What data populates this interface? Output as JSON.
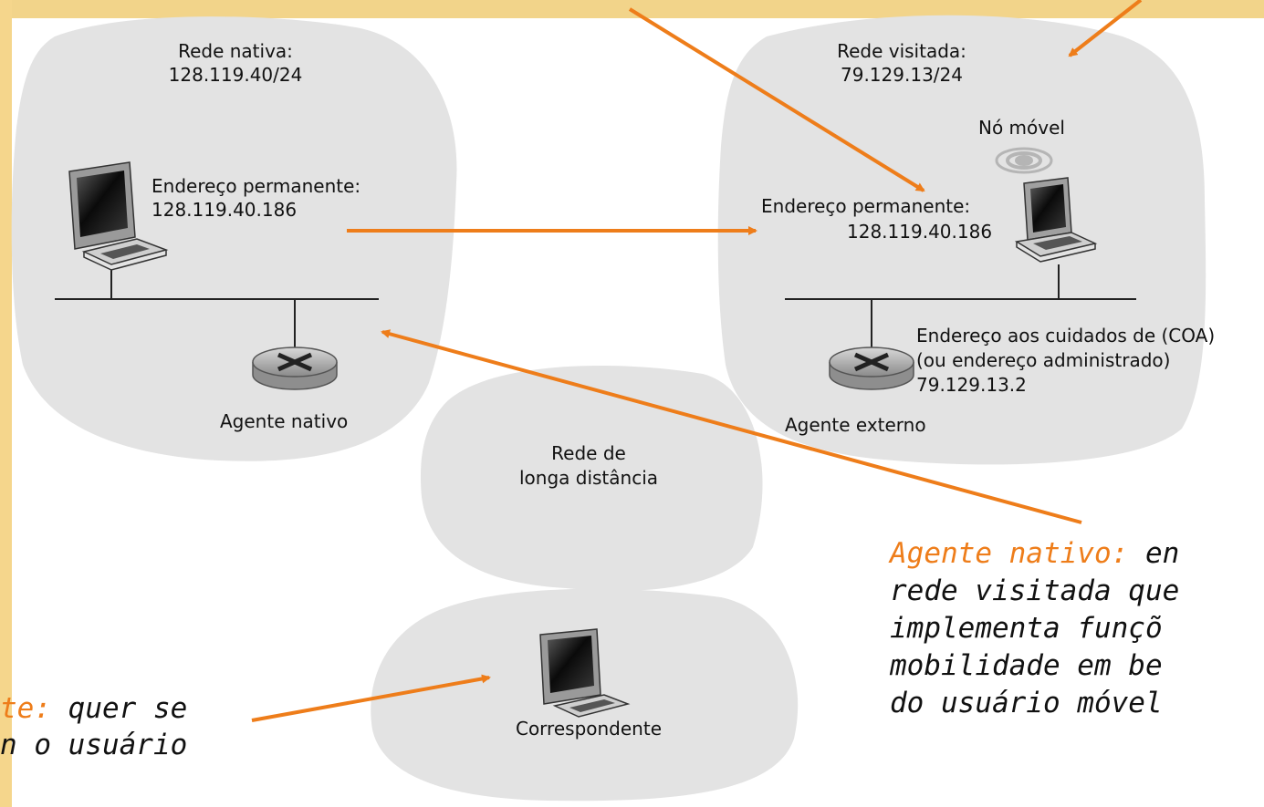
{
  "colors": {
    "top_bar": "#f2d48a",
    "left_band": "#f5d68c",
    "cloud": "#e3e3e3",
    "arrow": "#ee7d1a",
    "callout_keyword": "#ee7d1a"
  },
  "home_network": {
    "title": "Rede nativa:",
    "prefix": "128.119.40/24",
    "host_label": "Endereço permanente:",
    "host_address": "128.119.40.186",
    "router_label": "Agente nativo"
  },
  "visited_network": {
    "title": "Rede visitada:",
    "prefix": "79.129.13/24",
    "mobile_label": "Nó móvel",
    "mobile_perm_label": "Endereço permanente:",
    "mobile_perm_address": "128.119.40.186",
    "coa_line1": "Endereço aos cuidados de (COA)",
    "coa_line2": "(ou endereço administrado)",
    "coa_address": "79.129.13.2",
    "router_label": "Agente externo"
  },
  "wan": {
    "line1": "Rede de",
    "line2": "longa distância"
  },
  "correspondent_label": "Correspondente",
  "callout_right": {
    "keyword": "Agente nativo:",
    "line1_rest": " en",
    "line2": "rede visitada que",
    "line3": "implementa funçõ",
    "line4": "mobilidade em be",
    "line5": "do usuário móvel"
  },
  "callout_left": {
    "keyword": "te:",
    "line1_rest": " quer se",
    "line2": "n o usuário"
  },
  "icons": {
    "home_host": "desktop-computer-icon",
    "correspondent": "desktop-computer-icon",
    "mobile": "laptop-icon",
    "wireless": "wireless-signal-icon",
    "router": "router-icon"
  }
}
